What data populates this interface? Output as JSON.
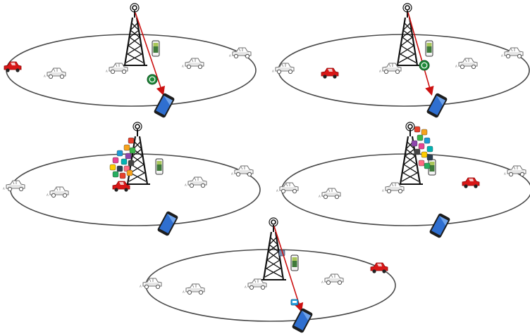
{
  "colors": {
    "track": "#4a4a4a",
    "tower": "#111111",
    "arrow": "#cc1111",
    "red_car": "#d81818",
    "gray_car": "#8a8a8a",
    "phone_body": "#222222",
    "phone_screen": "#3a7bd5",
    "whatsapp": "#1f8a3a",
    "app_colors": [
      "#e8412c",
      "#f7a21b",
      "#3cb54a",
      "#1c9ad6",
      "#8e44ad",
      "#e84393",
      "#00b3b3",
      "#444444",
      "#ffcc00",
      "#2c3e50",
      "#ff6b81",
      "#27ae60"
    ]
  },
  "scenes": [
    {
      "id": "scene-1",
      "description_key": "tower-arrow-whatsapp",
      "red_car": "left",
      "app_cloud": false,
      "arrow": true,
      "message_icon": "whatsapp-icon"
    },
    {
      "id": "scene-2",
      "description_key": "tower-arrow-whatsapp",
      "red_car": "inner-left",
      "app_cloud": false,
      "arrow": true,
      "message_icon": "whatsapp-icon"
    },
    {
      "id": "scene-3",
      "description_key": "app-cloud-left",
      "red_car": "under-tower",
      "app_cloud": true,
      "arrow": false,
      "message_icon": ""
    },
    {
      "id": "scene-4",
      "description_key": "app-cloud-right",
      "red_car": "right",
      "app_cloud": true,
      "arrow": false,
      "message_icon": ""
    },
    {
      "id": "scene-5",
      "description_key": "tower-arrow-message",
      "red_car": "right",
      "app_cloud": false,
      "arrow": true,
      "message_icon": "message-icon"
    }
  ]
}
